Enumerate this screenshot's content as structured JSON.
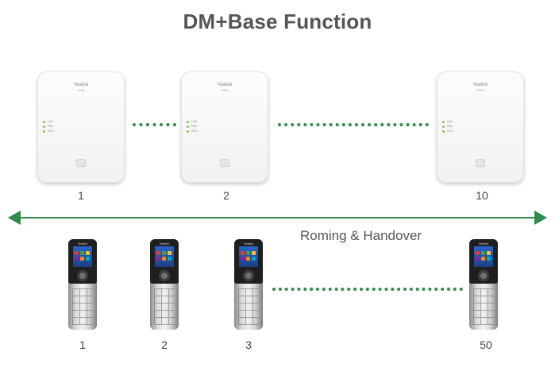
{
  "title": "DM+Base Function",
  "bases": {
    "brand": "Yealink",
    "model": "W90B",
    "led_labels": [
      "LAN",
      "PBX",
      "REG"
    ],
    "labels": [
      "1",
      "2",
      "10"
    ]
  },
  "roaming": {
    "label": "Roming & Handover"
  },
  "handsets": {
    "brand": "Yealink",
    "labels": [
      "1",
      "2",
      "3",
      "50"
    ]
  },
  "colors": {
    "accent": "#2e8b4a",
    "title": "#555555",
    "text": "#444444"
  }
}
